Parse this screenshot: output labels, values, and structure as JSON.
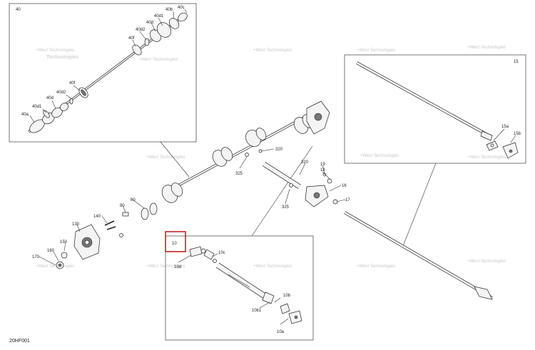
{
  "diagram_code": "20HF001",
  "watermark": "+Wect TechnoIogies",
  "highlight_color": "#cc2020",
  "insets": {
    "front_axle": {
      "label": "40"
    },
    "prop_shaft_front": {
      "label": "15"
    },
    "prop_shaft_rear": {
      "label": "10"
    }
  },
  "callouts": {
    "c40c": "40c",
    "c40b": "40b",
    "c40d1_top": "40d1",
    "c40d": "40d",
    "c40d2_top": "40d2",
    "c40f_top": "40f",
    "c40f": "40f",
    "c40d2": "40d2",
    "c40d_b": "40d",
    "c40d1": "40d1",
    "c40a": "40a",
    "c15a": "15a",
    "c15b": "15b",
    "c320a": "320",
    "c320b": "320",
    "c325a": "325",
    "c325b": "325",
    "c19": "19",
    "c16": "16",
    "c17": "17",
    "c18": "18",
    "c60": "60",
    "c80": "80",
    "c140": "140",
    "c130": "130",
    "c150": "150",
    "c160": "160",
    "c170": "170",
    "c10d": "10d",
    "c10c": "10c",
    "c10b": "10b",
    "c10b1": "10b1",
    "c10a": "10a"
  }
}
